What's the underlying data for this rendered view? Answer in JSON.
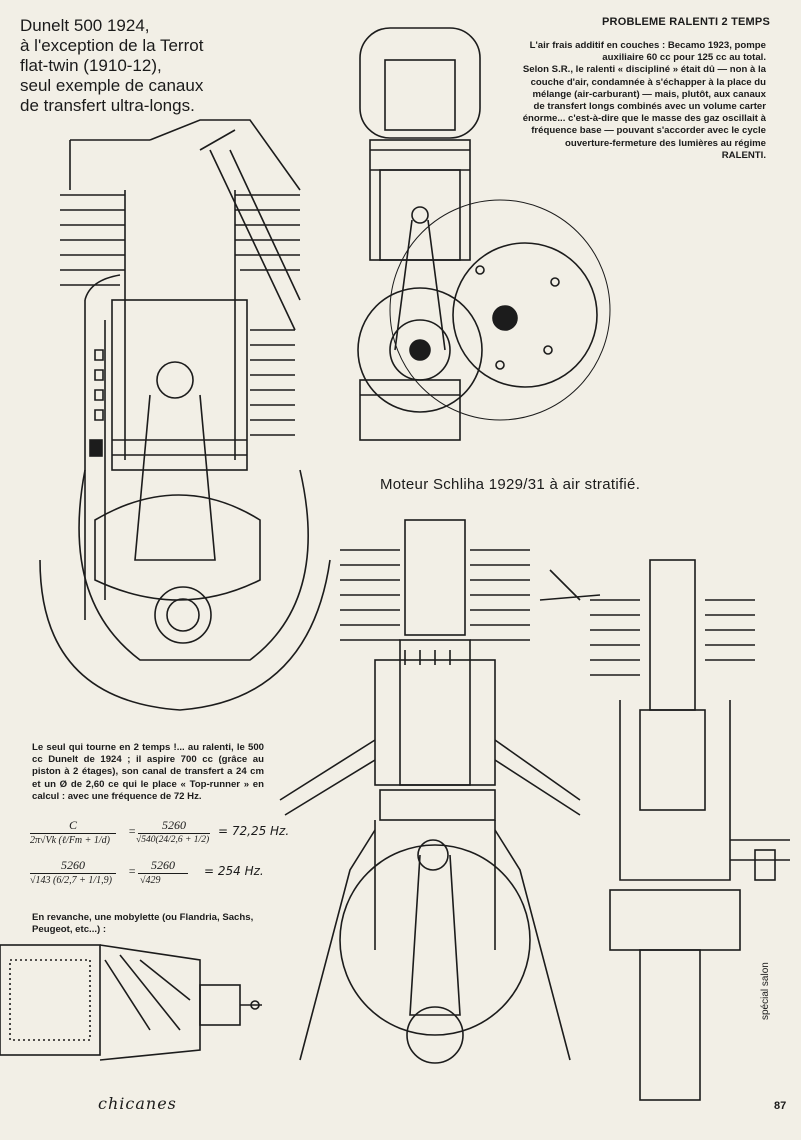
{
  "captions": {
    "dunelt_title_lines": [
      "Dunelt 500 1924,",
      "à l'exception de la Terrot",
      "flat-twin (1910-12),",
      "seul exemple de canaux",
      "de transfert ultra-longs."
    ],
    "schliha": "Moteur Schliha 1929/31 à air stratifié."
  },
  "sidebar": {
    "title": "PROBLEME RALENTI 2 TEMPS",
    "paragraph1": "L'air frais additif en couches : Becamo 1923, pompe auxiliaire 60 cc pour 125 cc au total.",
    "paragraph2": "Selon S.R., le ralenti « discipliné » était dû — non à la couche d'air, condamnée à s'échapper à la place du mélange (air-carburant) — mais, plutôt, aux canaux de transfert longs combinés avec un volume carter énorme... c'est-à-dire que le masse des gaz oscillait à fréquence base — pouvant s'accorder avec le cycle ouverture-fermeture des lumières au régime RALENTI."
  },
  "dunelt_text": "Le seul qui tourne en 2 temps !... au ralenti, le 500 cc Dunelt de 1924 ; il aspire 700 cc (grâce au piston à 2 étages), son canal de transfert a 24 cm et un Ø de 2,60 ce qui le place « Top-runner » en calcul : avec une fréquence de 72 Hz.",
  "formulas": {
    "f1_numerator": "C",
    "f1_denominator": "2π√Vk (ℓ/Fm + 1/d)",
    "f1_num2": "5260",
    "f1_den2": "√540(24/2,6 + 1/2)",
    "f1_result": "= 72,25 Hz.",
    "f2_num1": "5260",
    "f2_den1": "√143 (6/2,7 + 1/1,9)",
    "f2_num2": "5260",
    "f2_den2": "√429",
    "f2_result": "= 254 Hz."
  },
  "mobylette_text": "En revanche, une mobylette (ou Flandria, Sachs, Peugeot, etc...) :",
  "handwritten": "chicanes",
  "footer": {
    "side_label": "spécial salon",
    "page_number": "87"
  },
  "colors": {
    "paper": "#f2efe6",
    "ink": "#1c1c1c"
  }
}
